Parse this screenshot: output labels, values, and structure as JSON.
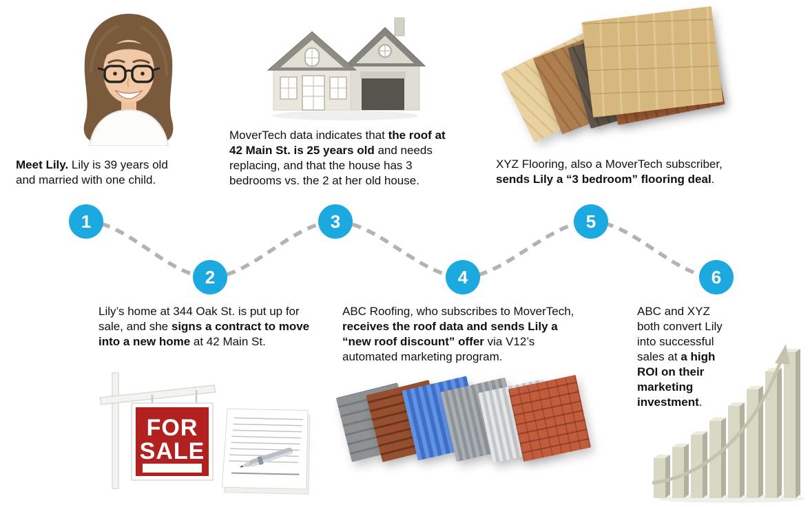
{
  "palette": {
    "accent": "#1ca9e0",
    "dash_gray": "#b3b3b3",
    "text": "#111111",
    "sign_red": "#b2211f",
    "bar_beige": "#d8d8c5",
    "arrow_beige": "#c4c4ae"
  },
  "markers": [
    {
      "label": "1"
    },
    {
      "label": "2"
    },
    {
      "label": "3"
    },
    {
      "label": "4"
    },
    {
      "label": "5"
    },
    {
      "label": "6"
    }
  ],
  "captions": {
    "s1": [
      {
        "t": "Meet Lily."
      },
      {
        "t": " Lily is 39 years old and married with one child."
      }
    ],
    "s2": [
      {
        "t": "Lily’s home at 344 Oak St. is put up for sale, and she "
      },
      {
        "t": "signs a contract to move into a new home"
      },
      {
        "t": " at 42 Main St."
      }
    ],
    "s3": [
      {
        "t": "MoverTech data indicates that "
      },
      {
        "t": "the roof at 42 Main St. is 25 years old"
      },
      {
        "t": " and needs replacing, and that the house has 3 bedrooms vs. the 2 at her old house."
      }
    ],
    "s4": [
      {
        "t": "ABC Roofing, who subscribes to MoverTech, "
      },
      {
        "t": "receives the roof data and sends Lily a “new roof discount” offer"
      },
      {
        "t": " via V12’s automated marketing program."
      }
    ],
    "s5": [
      {
        "t": "XYZ Flooring, also a MoverTech subscriber, "
      },
      {
        "t": "sends Lily a “3 bedroom” flooring deal"
      },
      {
        "t": "."
      }
    ],
    "s6": [
      {
        "t": "ABC and XYZ both convert Lily into successful sales at "
      },
      {
        "t": "a high ROI on their marketing investment"
      },
      {
        "t": "."
      }
    ]
  },
  "forsale": {
    "line1": "FOR",
    "line2": "SALE"
  },
  "images": {
    "portrait": "woman-portrait-photo",
    "house": "house-photo",
    "flooring": "flooring-samples-photo",
    "forsale": "for-sale-sign-and-contract-photo",
    "roofing": "roofing-samples-photo",
    "growth": "growth-bar-chart-photo"
  }
}
